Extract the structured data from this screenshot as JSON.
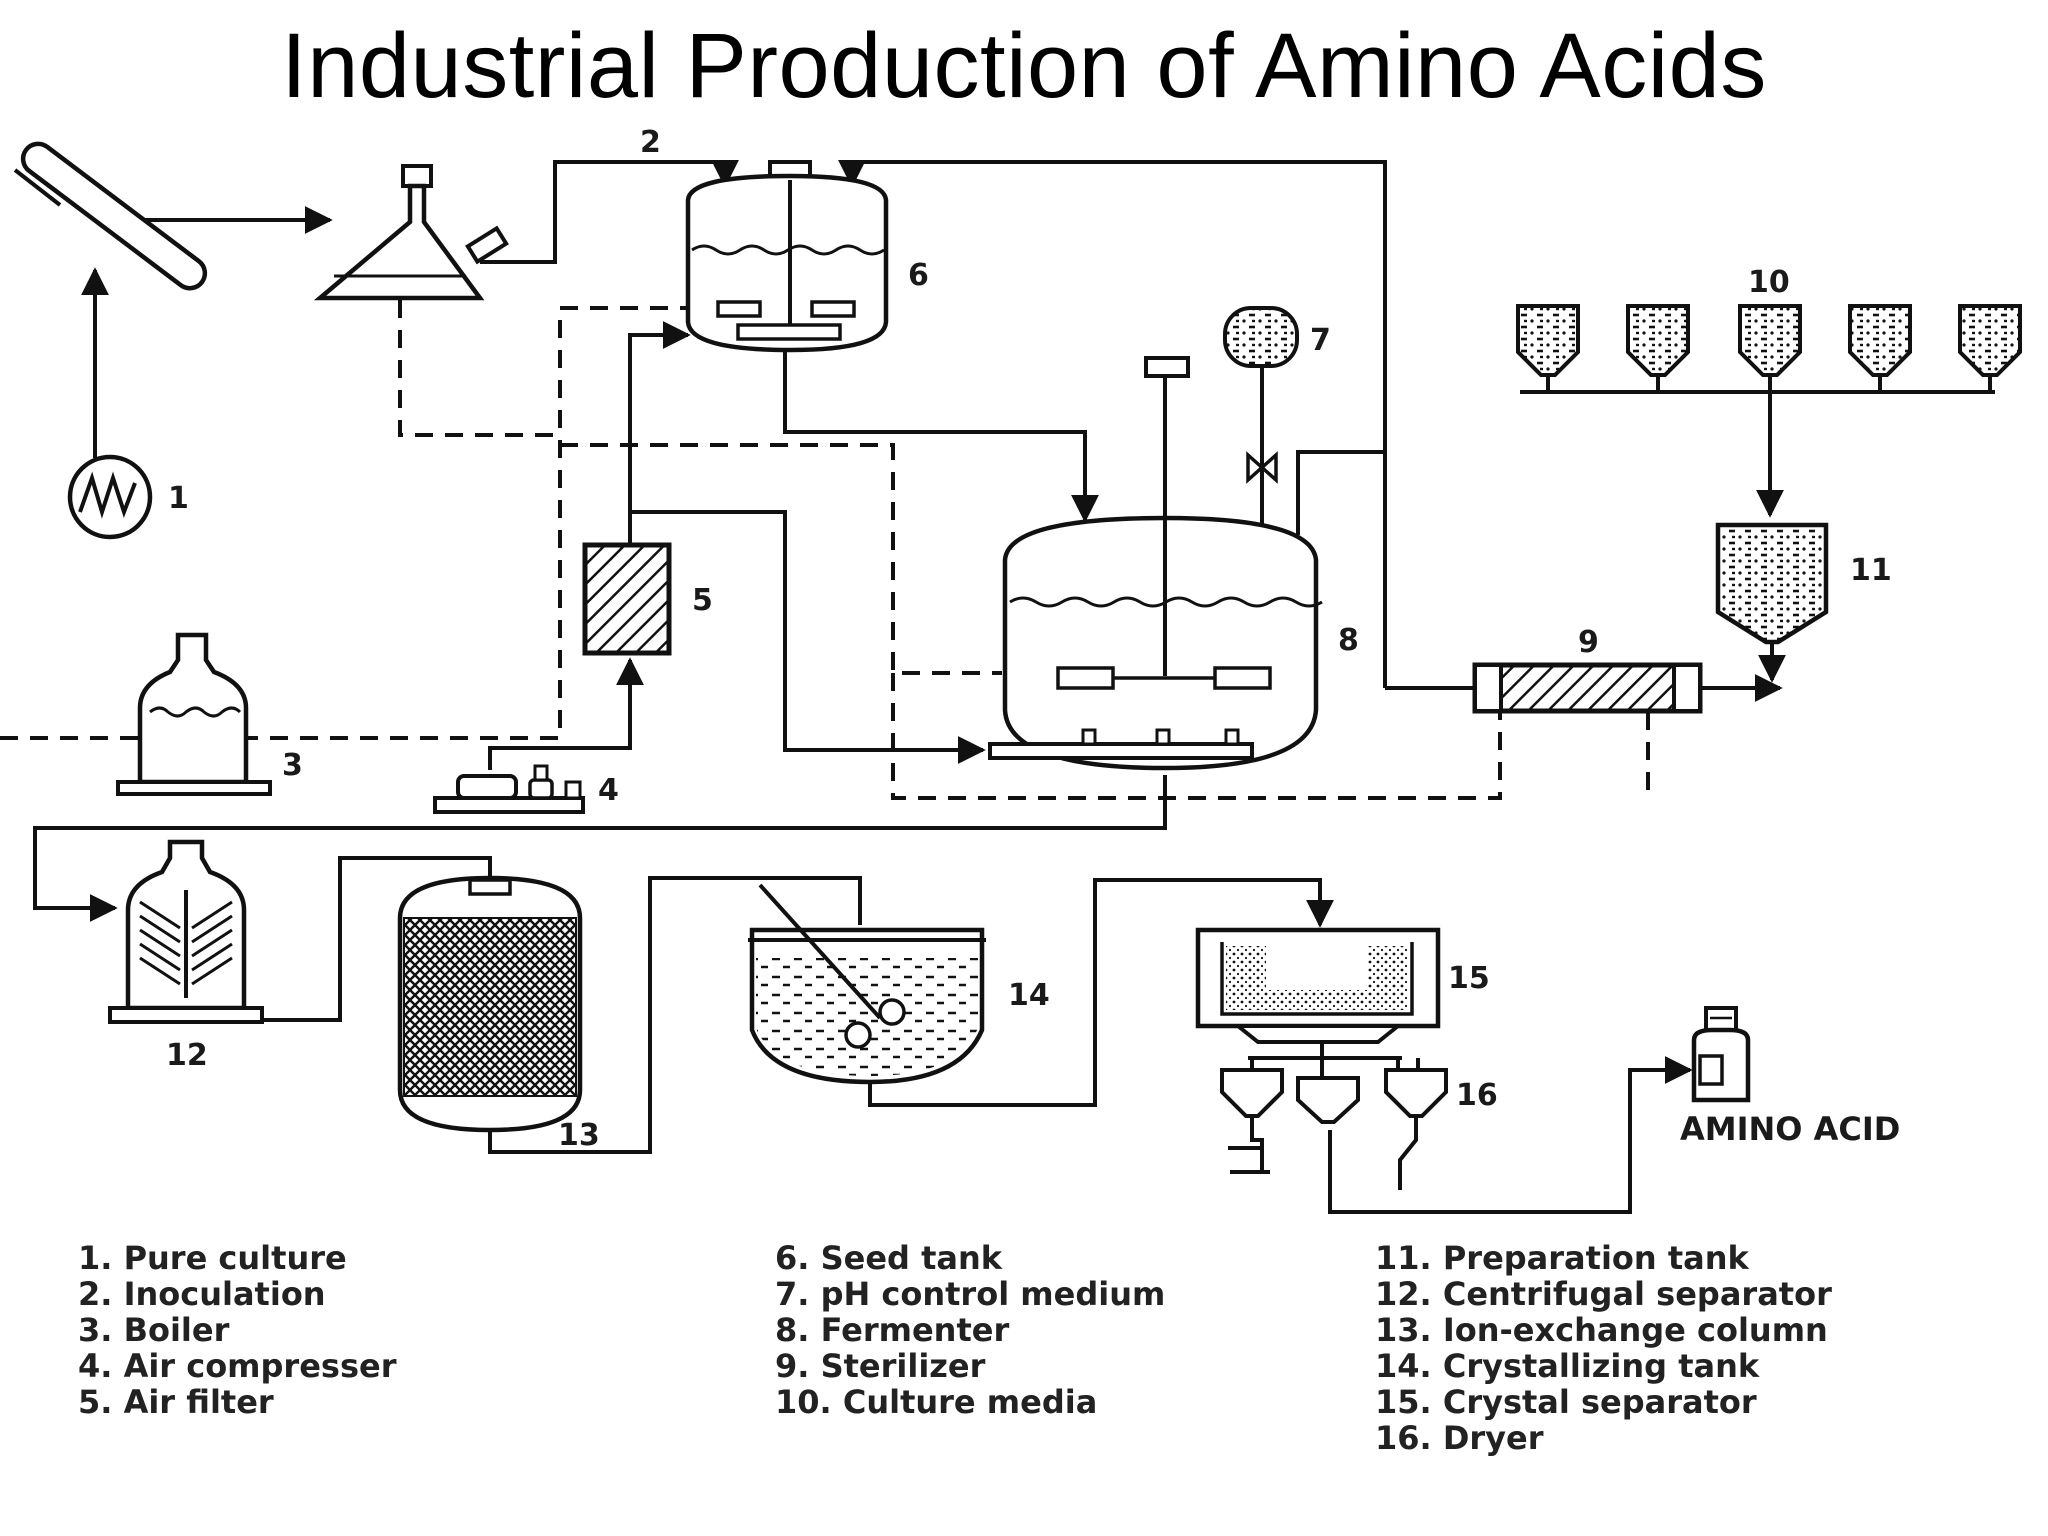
{
  "title": "Industrial Production of Amino Acids",
  "product_label": "AMINO ACID",
  "equipment_numbers": {
    "n1": "1",
    "n2": "2",
    "n3": "3",
    "n4": "4",
    "n5": "5",
    "n6": "6",
    "n7": "7",
    "n8": "8",
    "n9": "9",
    "n10": "10",
    "n11": "11",
    "n12": "12",
    "n13": "13",
    "n14": "14",
    "n15": "15",
    "n16": "16"
  },
  "legend": {
    "col1": [
      "1. Pure culture",
      "2. Inoculation",
      "3. Boiler",
      "4. Air compresser",
      "5. Air filter"
    ],
    "col2": [
      "6. Seed tank",
      "7. pH control medium",
      "8. Fermenter",
      "9. Sterilizer",
      "10. Culture media"
    ],
    "col3": [
      "11. Preparation tank",
      "12. Centrifugal separator",
      "13. Ion-exchange column",
      "14. Crystallizing tank",
      "15. Crystal separator",
      "16. Dryer"
    ]
  }
}
